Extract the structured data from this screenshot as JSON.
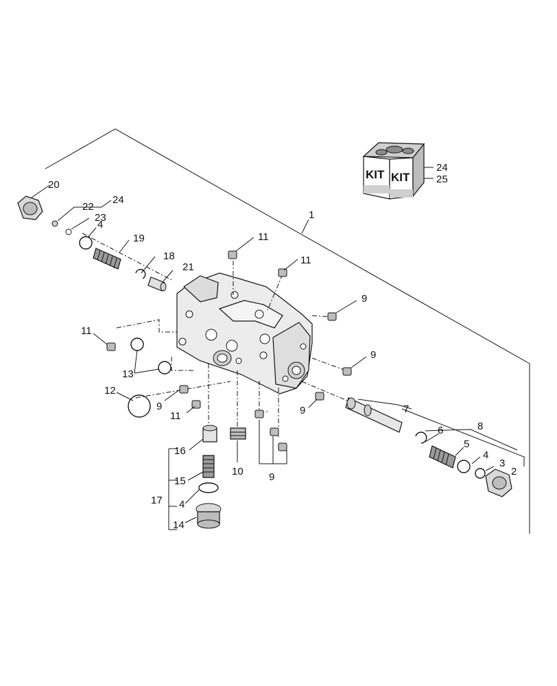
{
  "kit": {
    "label_left": "KIT",
    "label_right": "KIT",
    "icon": "parts-kit-box-icon"
  },
  "callouts": {
    "c1": "1",
    "c2": "2",
    "c3": "3",
    "c4a": "4",
    "c4b": "4",
    "c4c": "4",
    "c5": "5",
    "c6": "6",
    "c7": "7",
    "c8": "8",
    "c9a": "9",
    "c9b": "9",
    "c9c": "9",
    "c9d": "9",
    "c9e": "9",
    "c10": "10",
    "c11a": "11",
    "c11b": "11",
    "c11c": "11",
    "c11d": "11",
    "c12": "12",
    "c13": "13",
    "c14": "14",
    "c15": "15",
    "c16": "16",
    "c17": "17",
    "c18": "18",
    "c19": "19",
    "c20": "20",
    "c21": "21",
    "c22": "22",
    "c23": "23",
    "c24a": "24",
    "c24b": "24",
    "c25": "25"
  },
  "colors": {
    "line": "#111111",
    "part_fill": "#d9d9d9",
    "part_fill_light": "#ededed",
    "background": "#ffffff"
  }
}
